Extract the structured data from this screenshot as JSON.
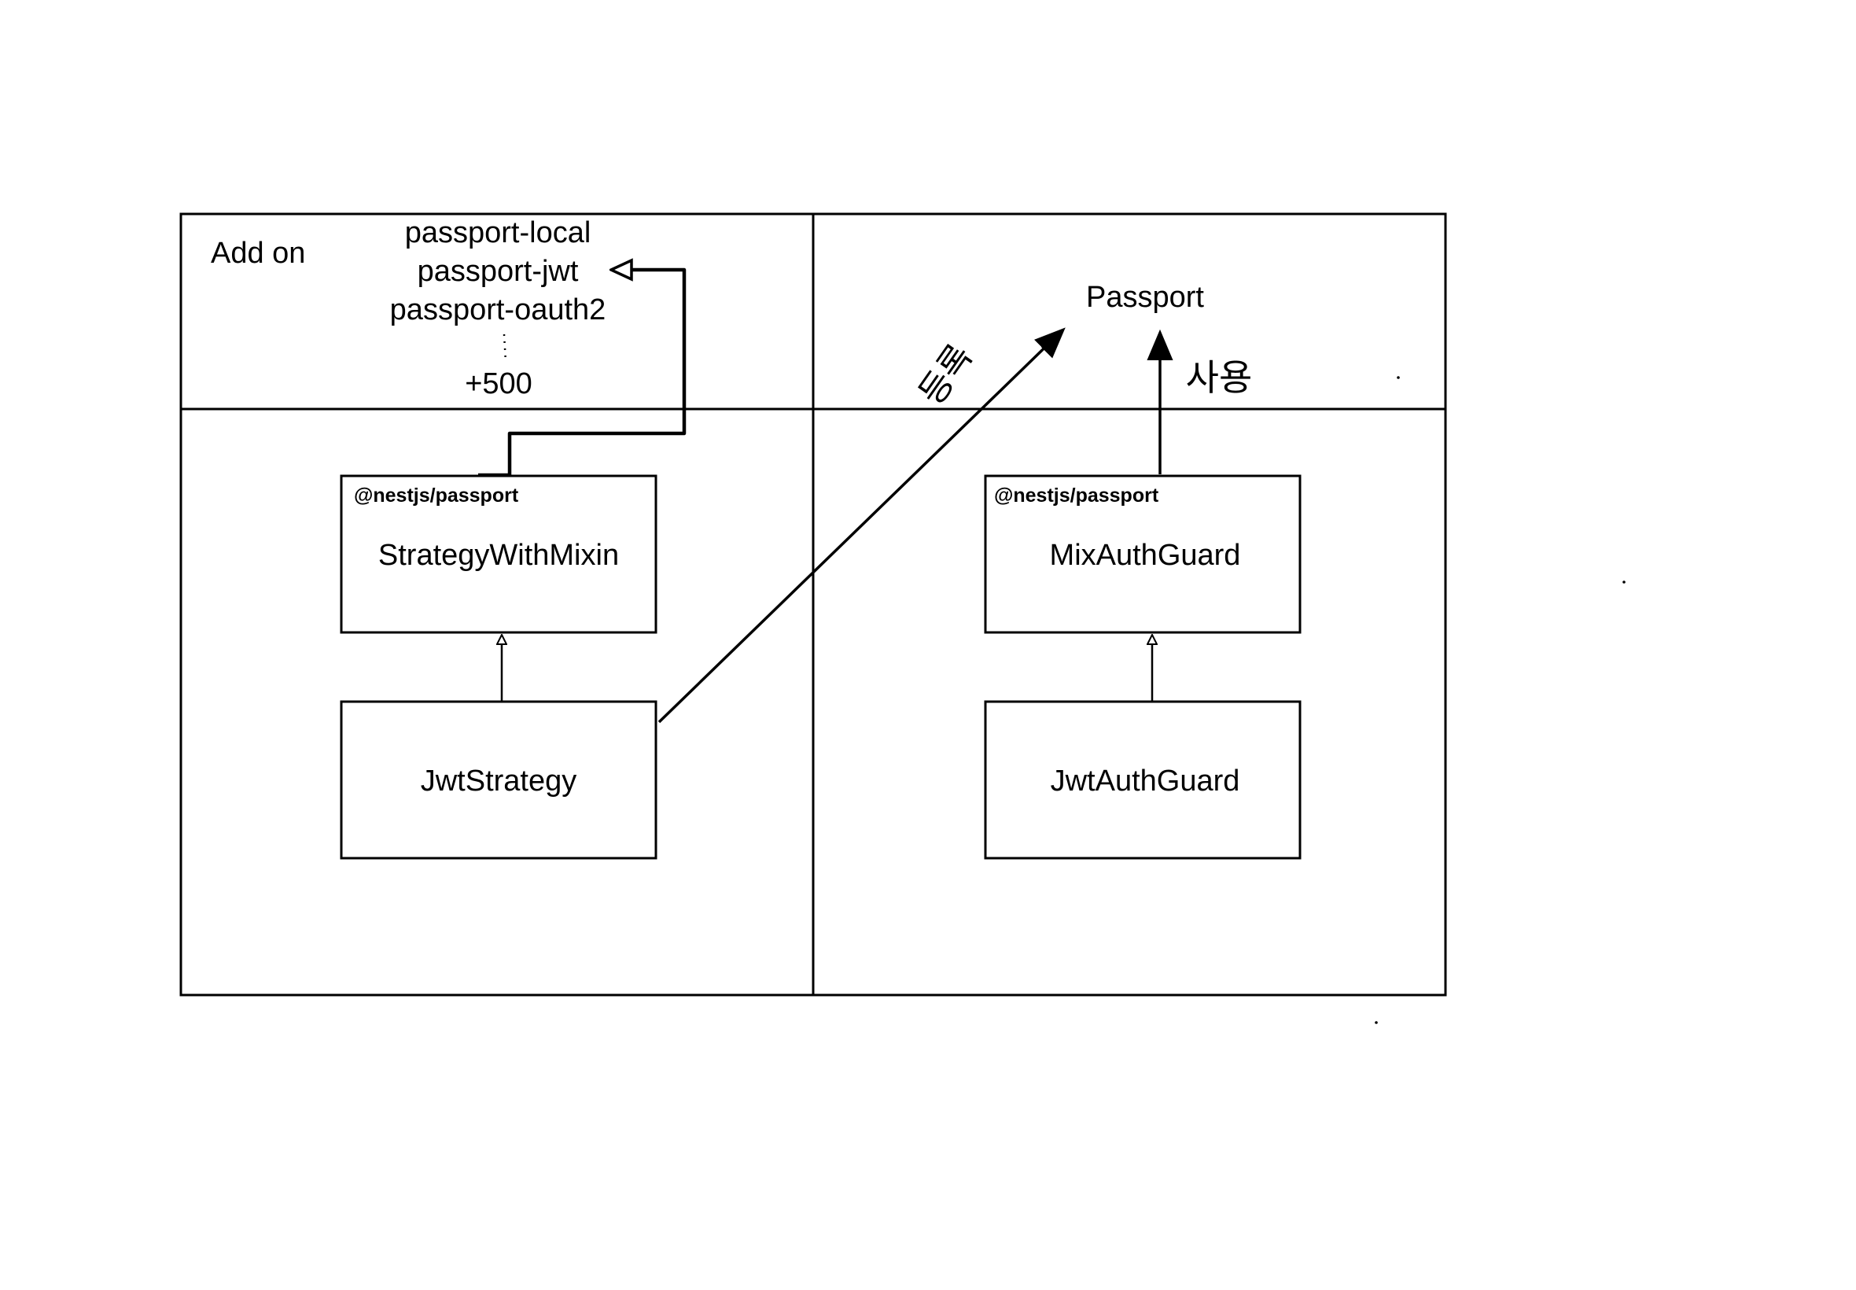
{
  "addon": {
    "label": "Add on",
    "libraries": [
      "passport-local",
      "passport-jwt",
      "passport-oauth2"
    ],
    "more": "+500"
  },
  "passport": {
    "label": "Passport"
  },
  "edges": {
    "register": "등록",
    "use": "사용"
  },
  "strategy": {
    "package": "@nestjs/passport",
    "base": "StrategyWithMixin",
    "impl": "JwtStrategy"
  },
  "guard": {
    "package": "@nestjs/passport",
    "base": "MixAuthGuard",
    "impl": "JwtAuthGuard"
  },
  "colors": {
    "stroke": "#000000",
    "background": "#ffffff"
  }
}
